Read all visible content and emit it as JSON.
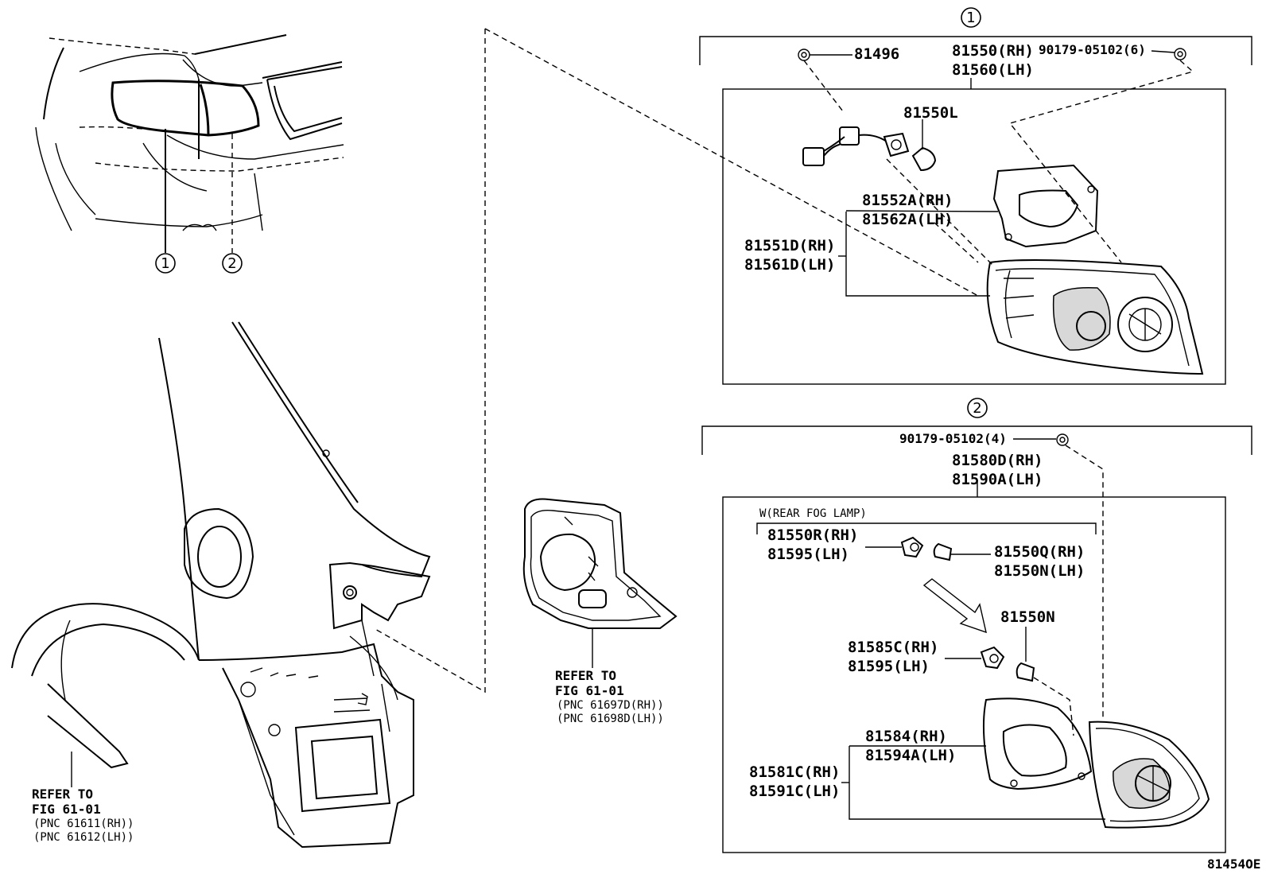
{
  "callouts": {
    "one": "1",
    "two": "2"
  },
  "group1": {
    "assy": [
      "81550(RH)",
      "81560(LH)"
    ],
    "screw": "90179-05102(6)",
    "socket": "81496",
    "bulb": "81550L",
    "gasket": [
      "81552A(RH)",
      "81562A(LH)"
    ],
    "lens": [
      "81551D(RH)",
      "81561D(LH)"
    ]
  },
  "group2": {
    "screw": "90179-05102(4)",
    "assy": [
      "81580D(RH)",
      "81590A(LH)"
    ],
    "fog_note": "W(REAR FOG LAMP)",
    "fog_socket": [
      "81550R(RH)",
      "81595(LH)"
    ],
    "fog_bulb": [
      "81550Q(RH)",
      "81550N(LH)"
    ],
    "bulb": "81550N",
    "socket": [
      "81585C(RH)",
      "81595(LH)"
    ],
    "gasket": [
      "81584(RH)",
      "81594A(LH)"
    ],
    "lens": [
      "81581C(RH)",
      "81591C(LH)"
    ]
  },
  "refer_panel": {
    "title": [
      "REFER TO",
      "FIG 61-01"
    ],
    "pnc": [
      "(PNC 61697D(RH))",
      "(PNC 61698D(LH))"
    ]
  },
  "refer_fender": {
    "title": [
      "REFER TO",
      "FIG 61-01"
    ],
    "pnc": [
      "(PNC 61611(RH))",
      "(PNC 61612(LH))"
    ]
  },
  "diagram_id": "81454OE"
}
